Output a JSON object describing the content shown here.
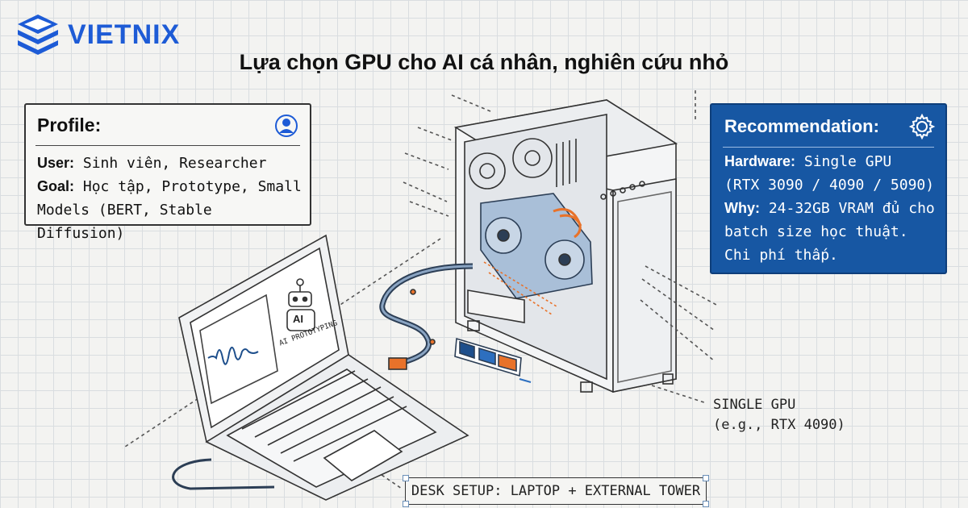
{
  "brand": {
    "name": "VIETNIX",
    "color": "#1d5bd6"
  },
  "title": "Lựa chọn GPU cho AI cá nhân, nghiên cứu nhỏ",
  "profile": {
    "heading": "Profile:",
    "icon": "user-icon",
    "user_label": "User:",
    "user_value": " Sinh viên, Researcher",
    "goal_label": "Goal:",
    "goal_value_1": " Học tập, Prototype, Small",
    "goal_value_2": "Models (BERT, Stable Diffusion)"
  },
  "recommendation": {
    "heading": "Recommendation:",
    "icon": "gear-icon",
    "bg_color": "#1757a3",
    "hardware_label": "Hardware:",
    "hardware_value_1": " Single GPU",
    "hardware_value_2": "(RTX 3090 / 4090 / 5090)",
    "why_label": "Why:",
    "why_value_1": " 24-32GB VRAM đủ cho",
    "why_value_2": "batch size học thuật.",
    "why_value_3": "Chi phí thấp."
  },
  "laptop_screen": {
    "robot_label": "AI",
    "caption": "AI PROTOTYPING"
  },
  "gpu_callout": {
    "line1": "SINGLE GPU",
    "line2": "(e.g., RTX 4090)"
  },
  "desk_label": "DESK SETUP: LAPTOP + EXTERNAL TOWER",
  "accent_orange": "#e8722a"
}
